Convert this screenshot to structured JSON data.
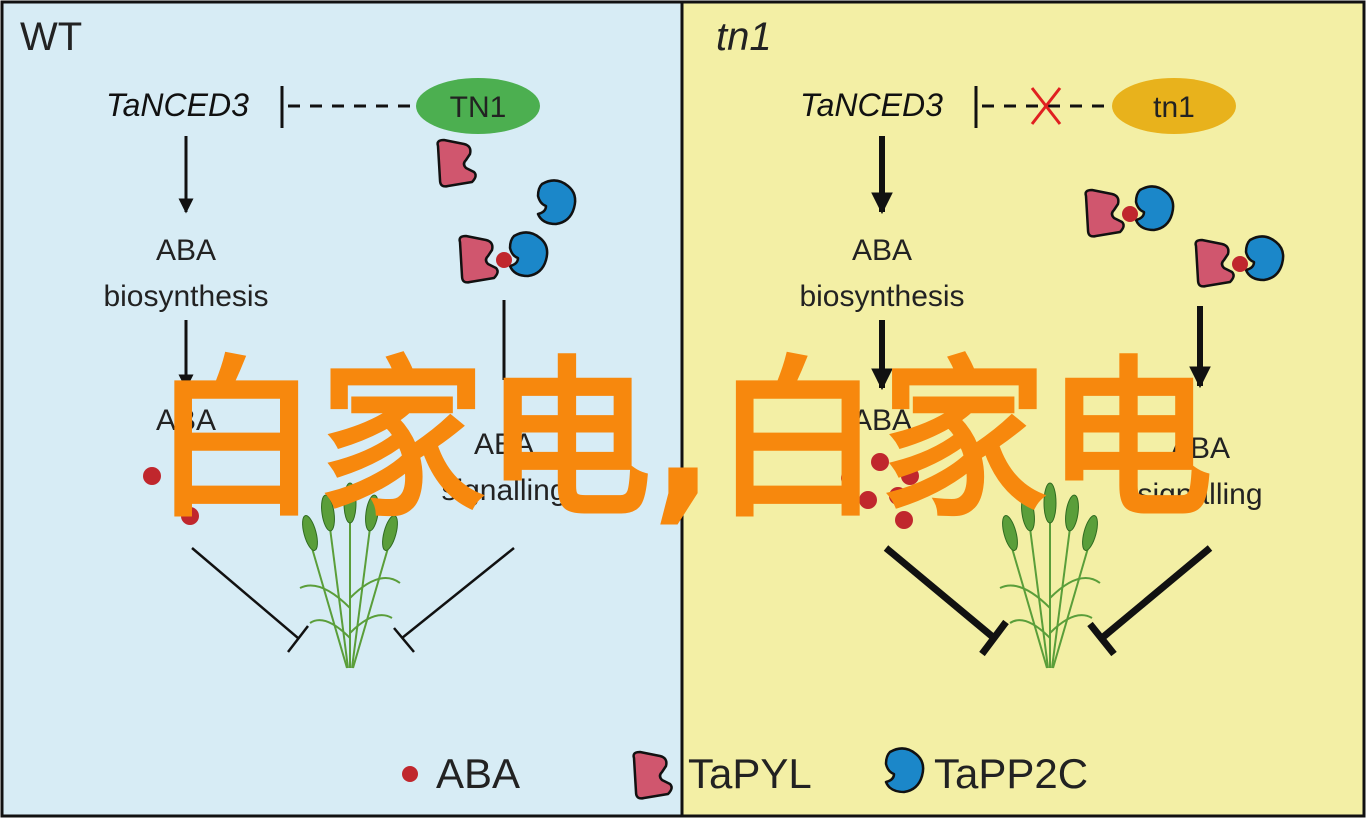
{
  "panels": {
    "wt": {
      "title": "WT",
      "gene": "TaNCED3",
      "regulator": "TN1",
      "aba_biosynthesis": [
        "ABA",
        "biosynthesis"
      ],
      "aba_level": "ABA",
      "aba_signalling": [
        "ABA",
        "signalling"
      ],
      "color": "#d7ecf5"
    },
    "tn1": {
      "title": "tn1",
      "gene": "TaNCED3",
      "regulator": "tn1",
      "aba_biosynthesis": [
        "ABA",
        "biosynthesis"
      ],
      "aba_level": "ABA",
      "aba_signalling": [
        "ABA",
        "signalling"
      ],
      "color": "#f3efa5"
    }
  },
  "legend": {
    "aba": "ABA",
    "tapyl": "TaPYL",
    "tapp2c": "TaPP2C"
  },
  "watermark": "白家电,白家电",
  "colors": {
    "tn1_oval_wt": "#4caf50",
    "tn1_oval_mutant": "#e8b21c",
    "pyl": "#d0566e",
    "pp2c": "#1b87c9",
    "aba_dot": "#c0272d",
    "cross": "#e02020",
    "watermark": "#f7880d",
    "plant": "#5a9e3a"
  },
  "icons": [
    "tapyl-icon",
    "tapp2c-icon",
    "aba-dot-icon",
    "wheat-icon",
    "cross-icon"
  ]
}
